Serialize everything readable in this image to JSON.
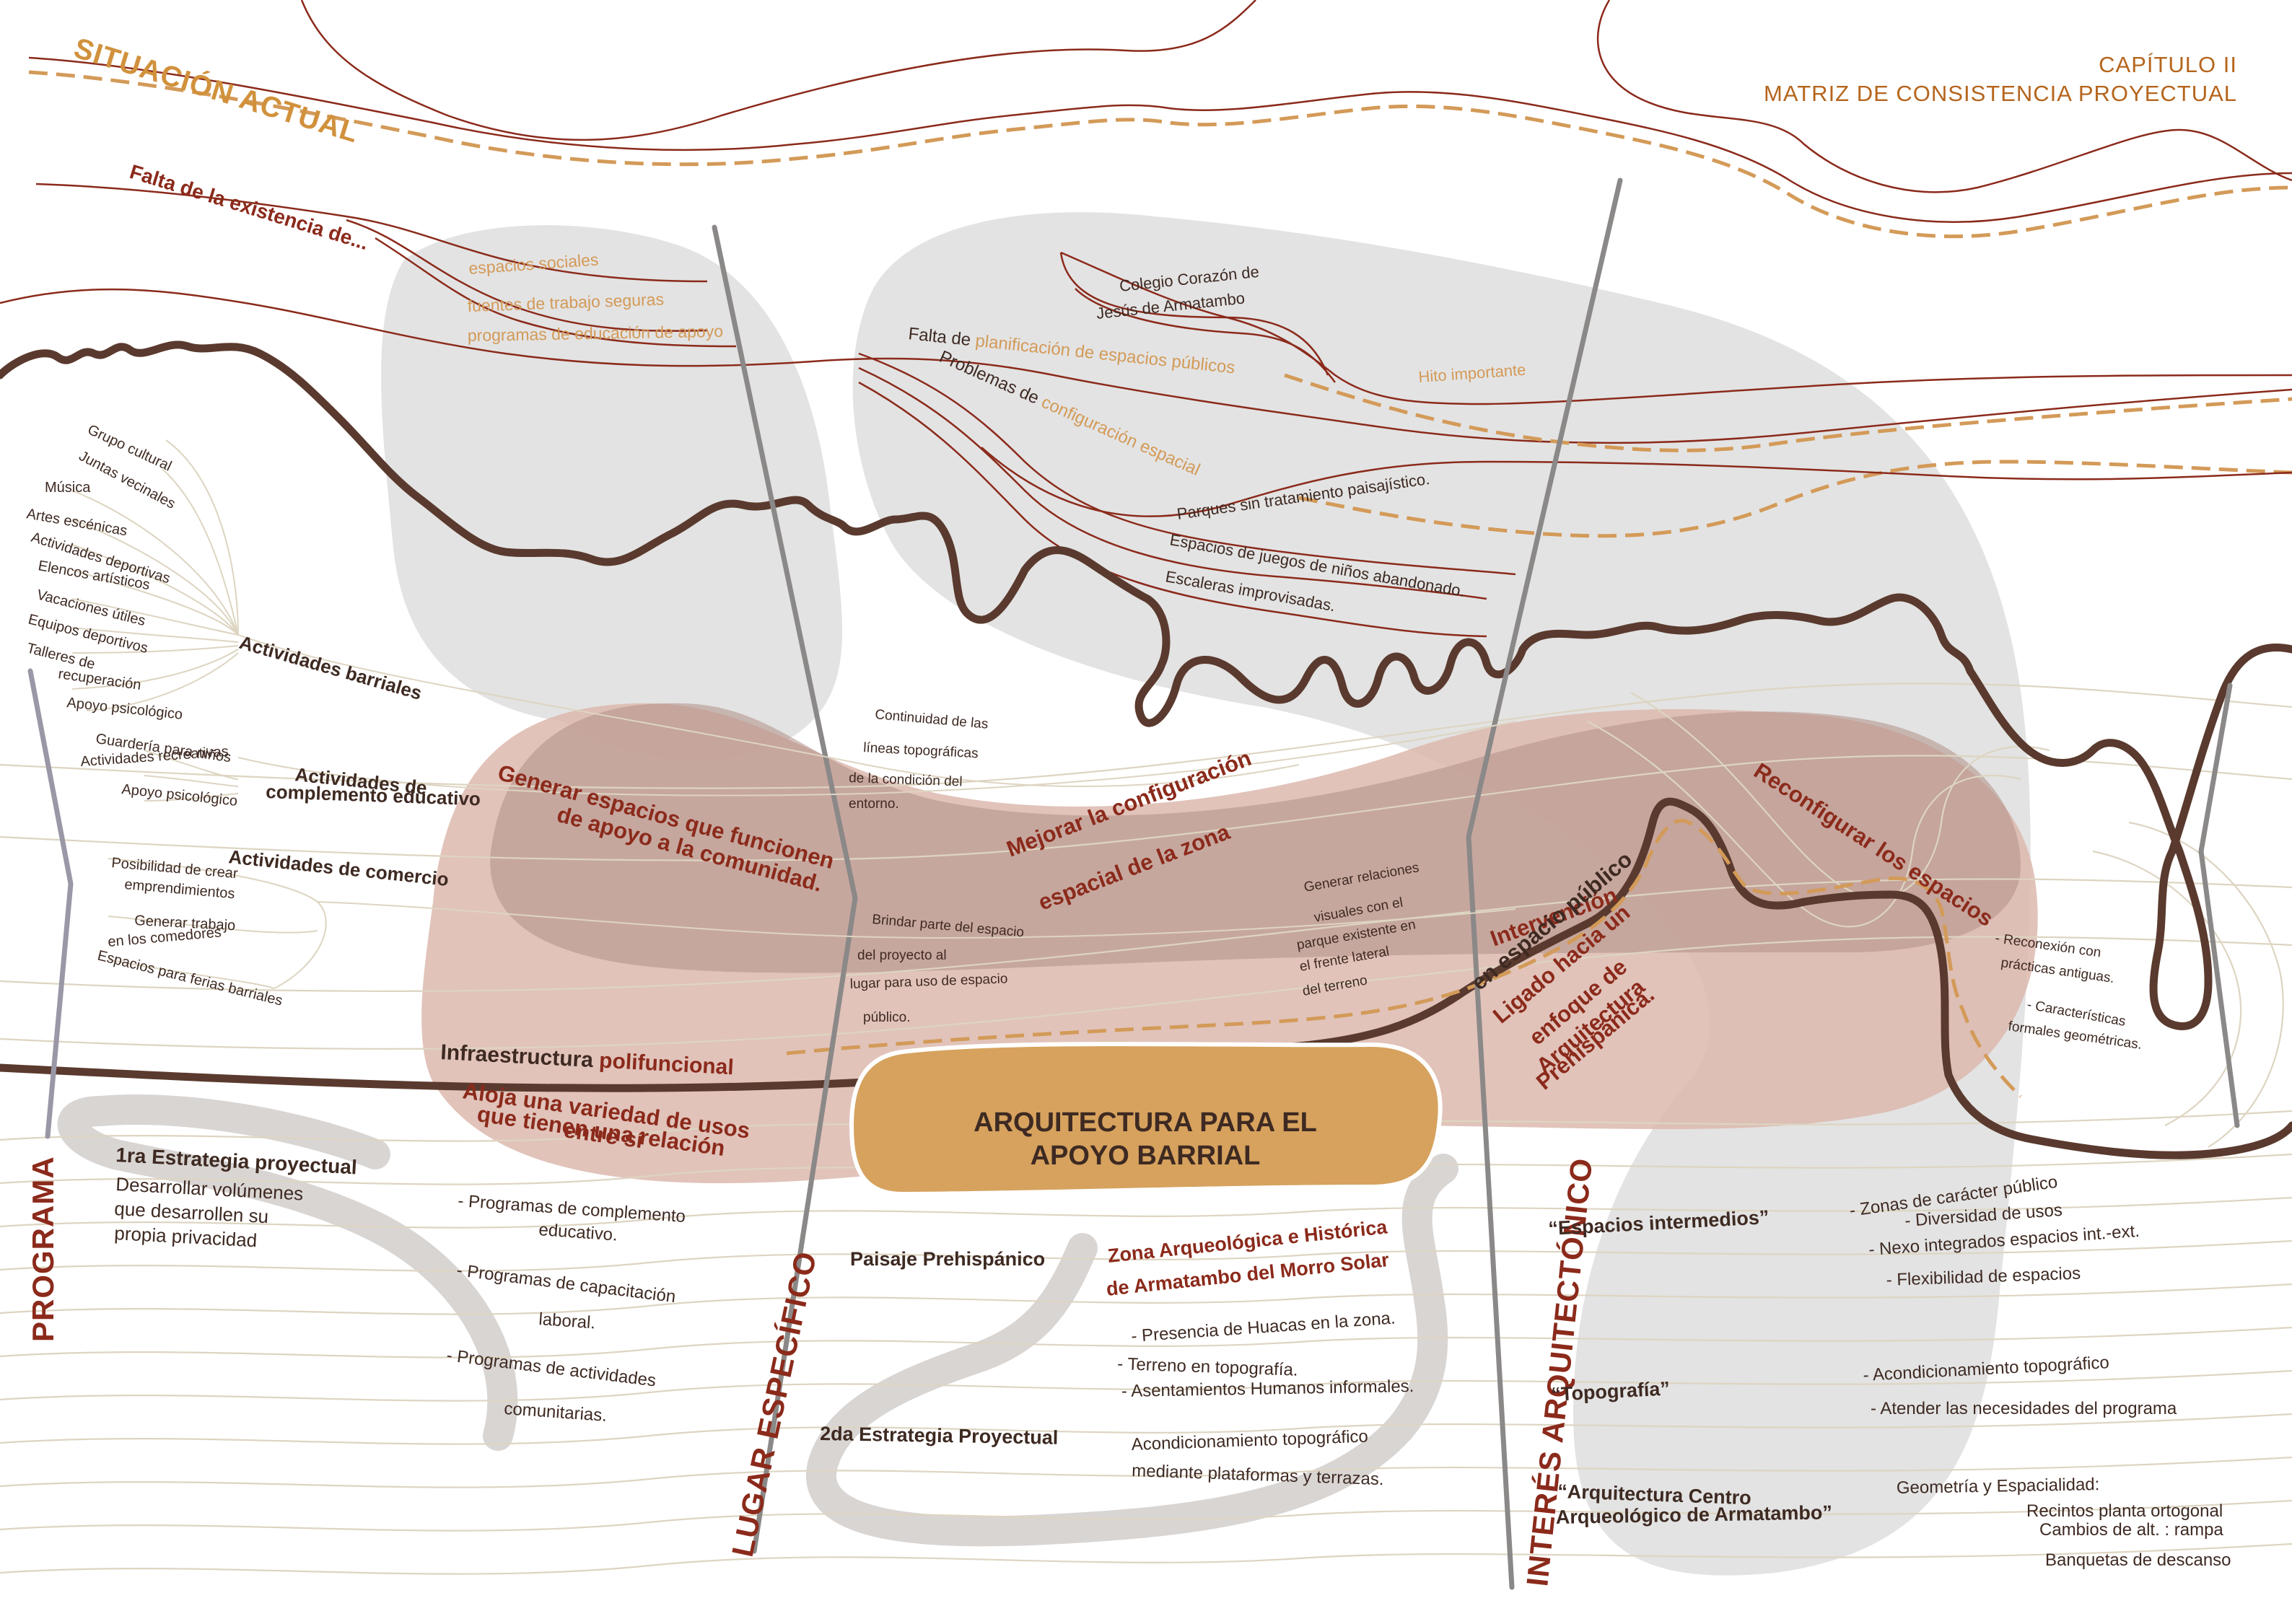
{
  "header": {
    "chapter": "CAPÍTULO II",
    "subtitle": "MATRIZ DE CONSISTENCIA PROYECTUAL"
  },
  "situacion": {
    "title": "SITUACIÓN ACTUAL",
    "falta_existencia": "Falta de la existencia de...",
    "items": [
      "espacios sociales",
      "fuentes de trabajo seguras",
      "programas de educación de apoyo"
    ],
    "falta_prefix": "Falta de",
    "falta_highlight": "planificación de espacios públicos",
    "problemas_prefix": "Problemas de",
    "problemas_highlight": "configuración espacial",
    "colegio_1": "Colegio Corazón de",
    "colegio_2": "Jesús de Armatambo",
    "hito": "Hito importante",
    "problem_items": [
      "Parques sin tratamiento paisajístico.",
      "Espacios de juegos de niños abandonado.",
      "Escaleras improvisadas."
    ]
  },
  "axes": {
    "programa": "PROGRAMA",
    "lugar": "LUGAR ESPECÍFICO",
    "interes": "INTERÉS ARQUITECTÓNICO"
  },
  "actividades_barriales": {
    "title": "Actividades barriales",
    "items": [
      "Grupo cultural",
      "Juntas vecinales",
      "Música",
      "Artes escénicas",
      "Actividades deportivas",
      "Elencos artísticos",
      "Vacaciones útiles",
      "Equipos deportivos",
      "Talleres de",
      "recuperación",
      "Apoyo psicológico"
    ]
  },
  "complemento": {
    "title_1": "Actividades de",
    "title_2": "complemento educativo",
    "items": [
      "Guardería para niños",
      "Actividades recreativas",
      "Apoyo psicológico"
    ]
  },
  "comercio": {
    "title": "Actividades de comercio",
    "items": [
      "Posibilidad de crear",
      "emprendimientos",
      "Generar trabajo",
      "en los comedores",
      "Espacios para ferias barriales"
    ]
  },
  "objectives": {
    "generar_1": "Generar espacios que funcionen",
    "generar_2": "de apoyo a la comunidad.",
    "mejorar_1": "Mejorar la configuración",
    "mejorar_2": "espacial de la zona",
    "reconfigurar": "Reconfigurar los espacios",
    "intervencion_1": "Intervención",
    "intervencion_2": "en espacio público",
    "ligado": [
      "Ligado hacia un",
      "enfoque de",
      "Arquitectura",
      "Prehispánica."
    ],
    "infra_1": "Infraestructura",
    "infra_2": "polifuncional",
    "aloja": [
      "Aloja una variedad de usos",
      "que tienen una relación",
      "entre sí"
    ]
  },
  "notes": {
    "continuidad": [
      "Continuidad de las",
      "líneas topográficas",
      "de la condición del",
      "entorno."
    ],
    "brindar": [
      "Brindar parte del espacio",
      "del proyecto al",
      "lugar para uso de espacio",
      "público."
    ],
    "relaciones": [
      "Generar relaciones",
      "visuales con el",
      "parque existente en",
      "el frente lateral",
      "del terreno"
    ],
    "reconexion": [
      "- Reconexión con",
      "prácticas antiguas."
    ],
    "caracteristicas": [
      "- Características",
      "formales geométricas."
    ]
  },
  "center": {
    "line_1": "ARQUITECTURA PARA EL",
    "line_2": "APOYO BARRIAL"
  },
  "estrategia_1": {
    "title": "1ra Estrategia proyectual",
    "desc": [
      "Desarrollar volúmenes",
      "que desarrollen su",
      "propia privacidad"
    ],
    "programs": [
      "- Programas de complemento",
      "educativo.",
      "- Programas de capacitación",
      "laboral.",
      "- Programas de actividades",
      "comunitarias."
    ]
  },
  "lugar": {
    "paisaje": "Paisaje Prehispánico",
    "zona_1": "Zona Arqueológica e Histórica",
    "zona_2": "de Armatambo del Morro Solar",
    "items": [
      "- Presencia de Huacas en la zona.",
      "- Terreno en topografía.",
      "- Asentamientos Humanos informales."
    ],
    "estrategia_2": "2da Estrategia Proyectual",
    "estrategia_2_desc": [
      "Acondicionamiento topográfico",
      "mediante plataformas y terrazas."
    ]
  },
  "interes": {
    "intermedios": "“Espacios intermedios”",
    "intermedios_items": [
      "- Zonas de carácter público",
      "- Diversidad de usos",
      "- Nexo integrados espacios int.-ext.",
      "- Flexibilidad de espacios"
    ],
    "topografia": "“Topografía”",
    "topografia_items": [
      "- Acondicionamiento topográfico",
      "- Atender las necesidades del programa"
    ],
    "centro_1": "“Arquitectura Centro",
    "centro_2": "Arqueológico de Armatambo”",
    "geometria": [
      "Geometría y Espacialidad:",
      "Recintos planta ortogonal",
      "Cambios de alt. : rampa",
      "Banquetas de descanso"
    ]
  },
  "colors": {
    "dark_river": "#5a3a2e",
    "red_text": "#8b2a1b",
    "gold": "#d39a58",
    "center_fill": "#d6a25e",
    "rose_blob": "#ddb9b0",
    "grey_blob": "#e4e3e3"
  }
}
